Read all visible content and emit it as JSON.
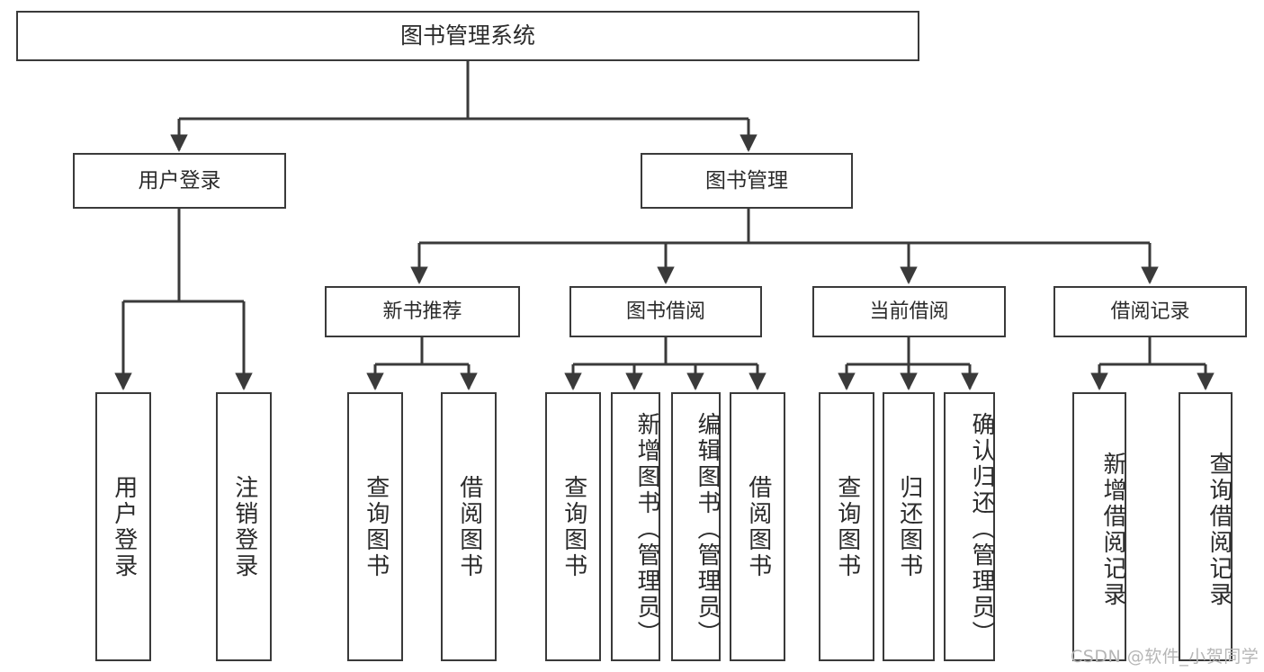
{
  "diagram": {
    "title": "图书管理系统",
    "type": "hierarchy-tree",
    "watermark": "CSDN @软件_小贺同学",
    "colors": {
      "box_border": "#3a3a3a",
      "box_fill": "#ffffff",
      "connector": "#3a3a3a",
      "text": "#2b2b2b",
      "watermark": "#b6b6b6",
      "background": "#ffffff"
    },
    "root": {
      "label": "图书管理系统"
    },
    "level2": [
      {
        "label": "用户登录"
      },
      {
        "label": "图书管理"
      }
    ],
    "level3": [
      {
        "label": "新书推荐"
      },
      {
        "label": "图书借阅"
      },
      {
        "label": "当前借阅"
      },
      {
        "label": "借阅记录"
      }
    ],
    "leaves": {
      "user_login": [
        {
          "label": "用户登录"
        },
        {
          "label": "注销登录"
        }
      ],
      "new_book_recommend": [
        {
          "label": "查询图书"
        },
        {
          "label": "借阅图书"
        }
      ],
      "book_borrow": [
        {
          "label": "查询图书"
        },
        {
          "label": "新增图书（管理员）"
        },
        {
          "label": "编辑图书（管理员）"
        },
        {
          "label": "借阅图书"
        }
      ],
      "current_borrow": [
        {
          "label": "查询图书"
        },
        {
          "label": "归还图书"
        },
        {
          "label": "确认归还（管理员）"
        }
      ],
      "borrow_record": [
        {
          "label": "新增借阅记录"
        },
        {
          "label": "查询借阅记录"
        }
      ]
    }
  },
  "chart_data": {
    "type": "table",
    "title": "图书管理系统",
    "tree": [
      {
        "name": "图书管理系统",
        "children": [
          {
            "name": "用户登录",
            "children": [
              {
                "name": "用户登录"
              },
              {
                "name": "注销登录"
              }
            ]
          },
          {
            "name": "图书管理",
            "children": [
              {
                "name": "新书推荐",
                "children": [
                  {
                    "name": "查询图书"
                  },
                  {
                    "name": "借阅图书"
                  }
                ]
              },
              {
                "name": "图书借阅",
                "children": [
                  {
                    "name": "查询图书"
                  },
                  {
                    "name": "新增图书（管理员）"
                  },
                  {
                    "name": "编辑图书（管理员）"
                  },
                  {
                    "name": "借阅图书"
                  }
                ]
              },
              {
                "name": "当前借阅",
                "children": [
                  {
                    "name": "查询图书"
                  },
                  {
                    "name": "归还图书"
                  },
                  {
                    "name": "确认归还（管理员）"
                  }
                ]
              },
              {
                "name": "借阅记录",
                "children": [
                  {
                    "name": "新增借阅记录"
                  },
                  {
                    "name": "查询借阅记录"
                  }
                ]
              }
            ]
          }
        ]
      }
    ]
  }
}
